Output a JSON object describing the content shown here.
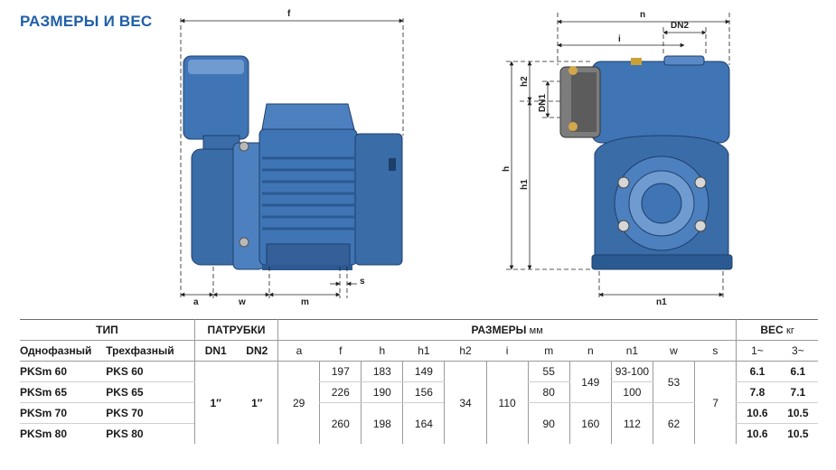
{
  "title": "РАЗМЕРЫ И ВЕС",
  "dimension_labels": {
    "f": "f",
    "a": "a",
    "w": "w",
    "m": "m",
    "s": "s",
    "n": "n",
    "i": "i",
    "dn2": "DN2",
    "dn1": "DN1",
    "h": "h",
    "h1": "h1",
    "h2": "h2",
    "n1": "n1"
  },
  "colors": {
    "title": "#1f5fa8",
    "pump_body": "#3f74b5",
    "pump_dark": "#2b5a92",
    "pump_light": "#6f9bd0"
  },
  "table": {
    "headers": {
      "type": "ТИП",
      "single_phase": "Однофазный",
      "three_phase": "Трехфазный",
      "ports": "ПАТРУБКИ",
      "dn1": "DN1",
      "dn2": "DN2",
      "dims": "РАЗМЕРЫ",
      "dims_unit": "мм",
      "weight": "ВЕС",
      "weight_unit": "кг",
      "cols": [
        "a",
        "f",
        "h",
        "h1",
        "h2",
        "i",
        "m",
        "n",
        "n1",
        "w",
        "s"
      ],
      "weight_cols": [
        "1~",
        "3~"
      ]
    },
    "shared": {
      "dn1": "1″",
      "dn2": "1″",
      "a": "29",
      "h2": "34",
      "i": "110",
      "s": "7",
      "n_top": "149",
      "n_bottom": "160",
      "w_top": "53",
      "w_bottom": "62",
      "f_bottom": "260",
      "h_bottom": "198",
      "h1_bottom": "164"
    },
    "rows": [
      {
        "single": "PKSm 60",
        "three": "PKS 60",
        "f": "197",
        "h": "183",
        "h1": "149",
        "m": "55",
        "n1": "93-100",
        "w1": "6.1",
        "w3": "6.1"
      },
      {
        "single": "PKSm 65",
        "three": "PKS 65",
        "f": "226",
        "h": "190",
        "h1": "156",
        "m": "80",
        "n1": "100",
        "w1": "7.8",
        "w3": "7.1"
      },
      {
        "single": "PKSm 70",
        "three": "PKS 70",
        "m": "90",
        "n1": "112",
        "w1": "10.6",
        "w3": "10.5"
      },
      {
        "single": "PKSm 80",
        "three": "PKS 80",
        "w1": "10.6",
        "w3": "10.5"
      }
    ]
  }
}
